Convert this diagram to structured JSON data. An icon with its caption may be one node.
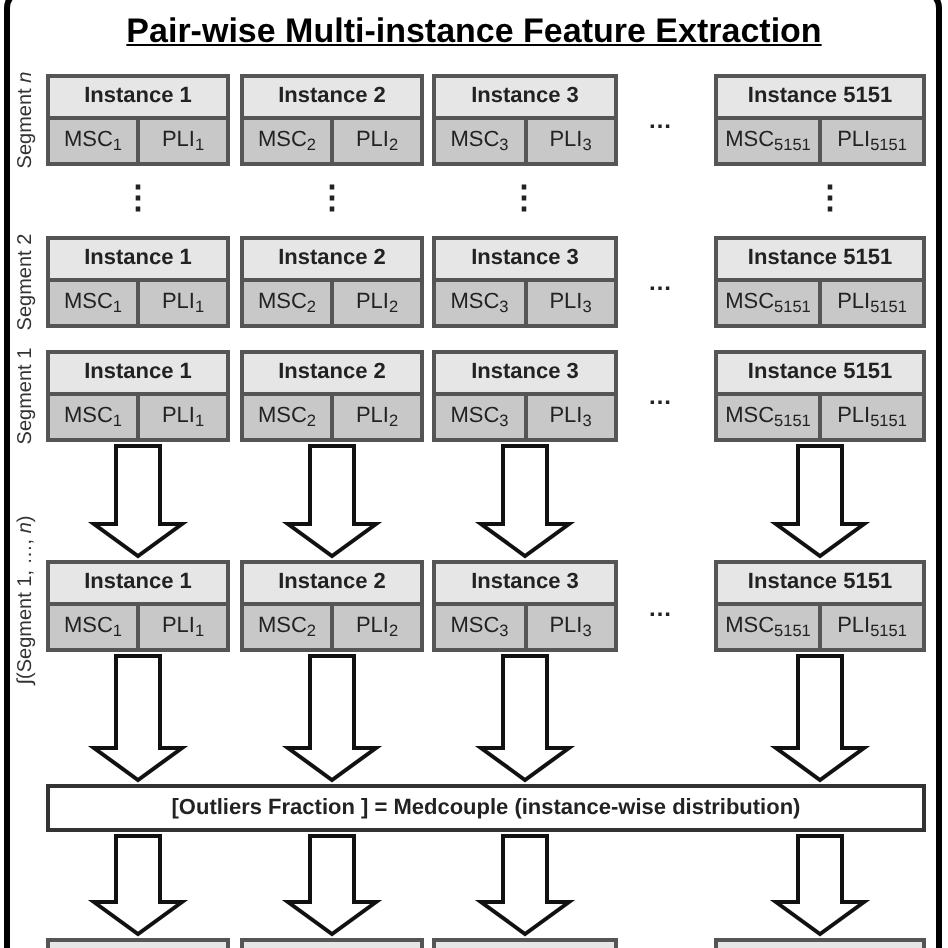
{
  "diagram": {
    "title": "Pair-wise Multi-instance Feature Extraction",
    "nodes": [
      {
        "text": [
          "Instance 1",
          "MSC$_{1}$",
          "PLI$_{1}$"
        ]
      },
      {
        "text": [
          "Instance 2",
          "MSC$_{2}$",
          "PLI$_{2}$"
        ]
      },
      {
        "text": [
          "Instance 3",
          "MSC$_{3}$",
          "PLI$_{3}$"
        ]
      },
      {
        "text": [
          "Instance 5151",
          "MSC$_{5151}$",
          "PLI$_{5151}$"
        ]
      },
      {
        "text": [
          "Instance 1",
          "MSC$_{1}$",
          "PLI$_{1}$"
        ]
      },
      {
        "text": [
          "Instance 2",
          "MSC$_{2}$",
          "PLI$_{2}$"
        ]
      },
      {
        "text": [
          "Instance 3",
          "MSC$_{3}$",
          "PLI$_{3}$"
        ]
      },
      {
        "text": [
          "Instance 5151",
          "MSC$_{5151}$",
          "PLI$_{5151}$"
        ]
      },
      {
        "text": [
          "Instance 1",
          "MSC$_{1}$",
          "PLI$_{1}$"
        ]
      },
      {
        "text": [
          "Instance 2",
          "MSC$_{2}$",
          "PLI$_{2}$"
        ]
      },
      {
        "text": [
          "Instance 3",
          "MSC$_{3}$",
          "PLI$_{3}$"
        ]
      },
      {
        "text": [
          "Instance 5151",
          "MSC$_{5151}$",
          "PLI$_{5151}$"
        ]
      },
      {
        "text": [
          "Instance 1",
          "MSC$_{1}$",
          "PLI$_{1}$"
        ]
      },
      {
        "text": [
          "Instance 2",
          "MSC$_{2}$",
          "PLI$_{2}$"
        ]
      },
      {
        "text": [
          "Instance 3",
          "MSC$_{3}$",
          "PLI$_{3}$"
        ]
      },
      {
        "text": [
          "Instance 5151",
          "MSC$_{5151}$",
          "PLI$_{5151}$"
        ]
      },
      {
        "text": [
          "[Outliers Fraction ] = Medcouple (instance-wise distribution)"
        ]
      },
      {
        "text": [],
        "shape": "box"
      },
      {
        "text": [],
        "shape": "box"
      },
      {
        "text": [],
        "shape": "box"
      },
      {
        "text": [],
        "shape": "box"
      }
    ],
    "edges": [
      {
        "from": 8,
        "to": 12,
        "arrow": "to"
      },
      {
        "from": 9,
        "to": 13,
        "arrow": "to"
      },
      {
        "from": 10,
        "to": 14,
        "arrow": "to"
      },
      {
        "from": 11,
        "to": 15,
        "arrow": "to"
      },
      {
        "from": 12,
        "to": 16,
        "arrow": "to"
      },
      {
        "from": 13,
        "to": 16,
        "arrow": "to"
      },
      {
        "from": 14,
        "to": 16,
        "arrow": "to"
      },
      {
        "from": 15,
        "to": 16,
        "arrow": "to"
      },
      {
        "from": 16,
        "to": 17,
        "arrow": "to"
      },
      {
        "from": 16,
        "to": 18,
        "arrow": "to"
      },
      {
        "from": 16,
        "to": 19,
        "arrow": "to"
      },
      {
        "from": 16,
        "to": 20,
        "arrow": "to"
      }
    ],
    "labels": [
      "Segment *n*",
      "…",
      "⋮",
      "⋮",
      "⋮",
      "⋮",
      "Segment 2",
      "…",
      "Segment 1",
      "…",
      "∫(Segment 1, …, *n*)",
      "…"
    ]
  }
}
